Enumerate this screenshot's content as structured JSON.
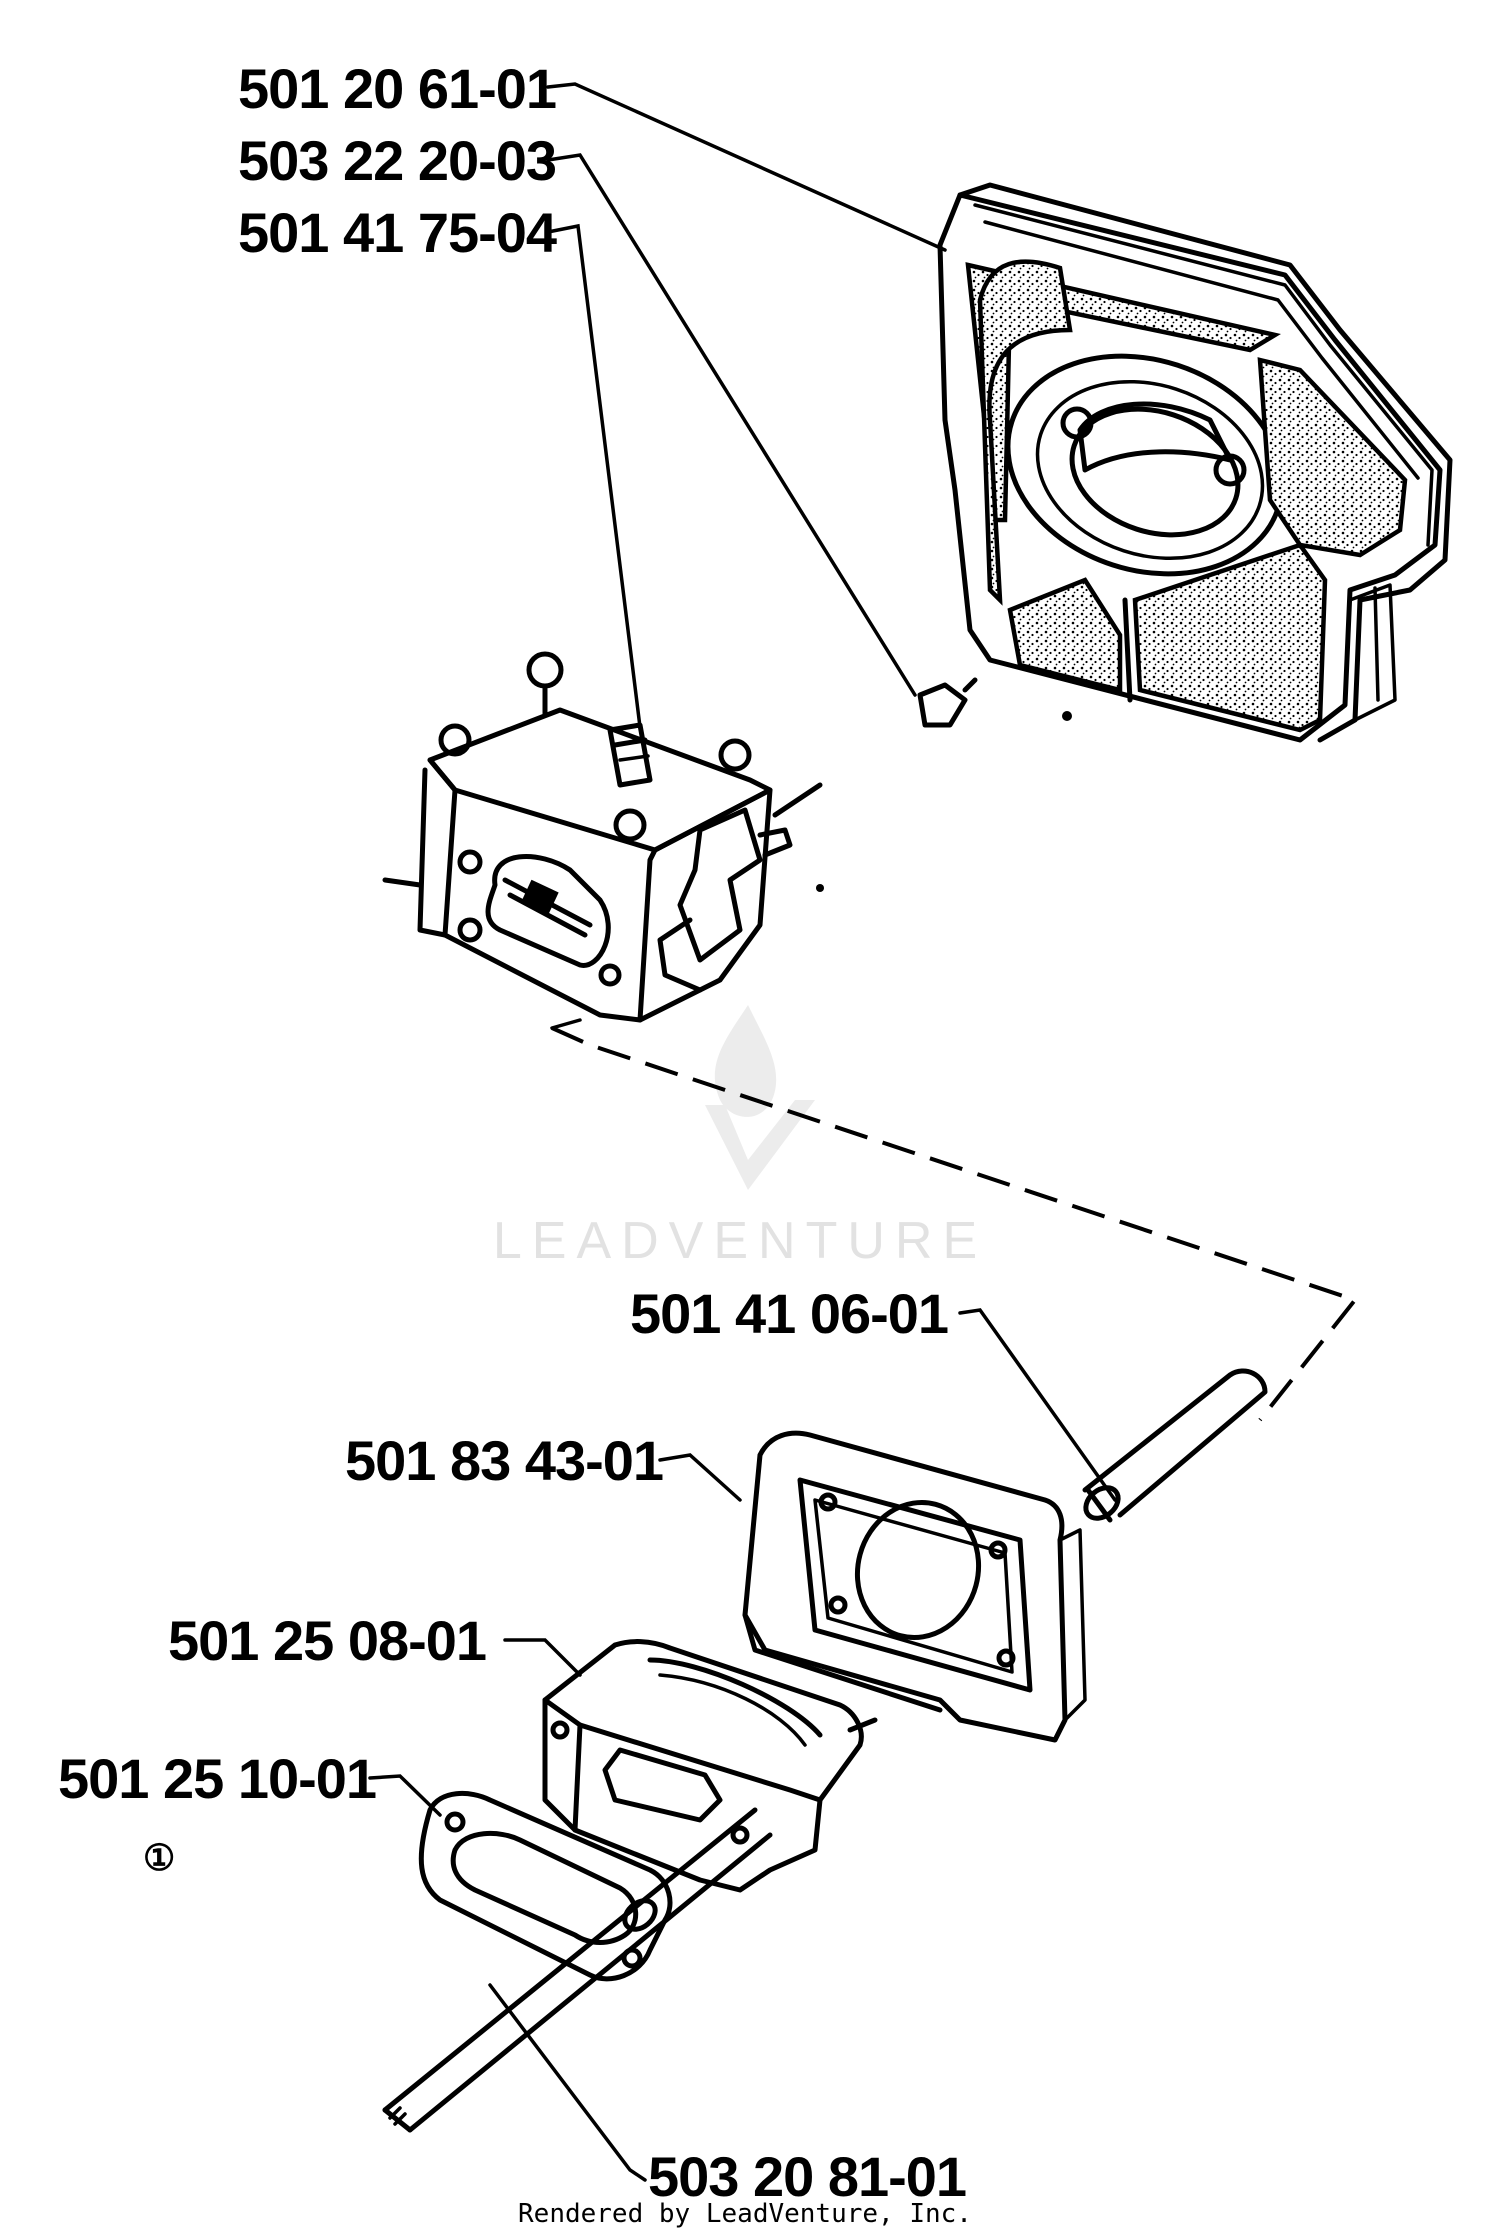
{
  "parts": [
    {
      "id": "p1",
      "part_number": "501 20 61-01"
    },
    {
      "id": "p2",
      "part_number": "503 22 20-03"
    },
    {
      "id": "p3",
      "part_number": "501 41 75-04"
    },
    {
      "id": "p4",
      "part_number": "501 41 06-01"
    },
    {
      "id": "p5",
      "part_number": "501 83 43-01"
    },
    {
      "id": "p6",
      "part_number": "501 25 08-01"
    },
    {
      "id": "p7",
      "part_number": "501 25 10-01",
      "note": "①"
    },
    {
      "id": "p8",
      "part_number": "503 20 81-01"
    }
  ],
  "watermark": "LEADVENTURE",
  "footer": "Rendered by LeadVenture, Inc."
}
